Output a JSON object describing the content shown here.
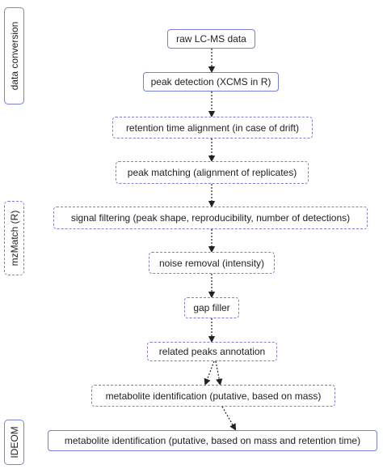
{
  "side_labels": {
    "data_conversion": "data conversion",
    "mzmatch": "mzMatch (R)",
    "ideom": "IDEOM"
  },
  "steps": [
    "raw LC-MS data",
    "peak detection (XCMS in R)",
    "retention time alignment (in case of drift)",
    "peak matching (alignment of replicates)",
    "signal filtering (peak shape, reproducibility, number of detections)",
    "noise removal (intensity)",
    "gap filler",
    "related peaks annotation",
    "metabolite identification (putative, based on mass)",
    "metabolite identification (putative, based on mass and retention time)"
  ],
  "colors": {
    "border": "#7b7fd6",
    "arrow": "#222222"
  }
}
